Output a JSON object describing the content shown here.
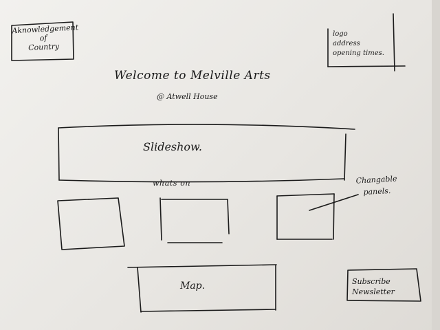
{
  "sketch": {
    "acknowledgement_box": "Aknowledgement\nof\nCountry",
    "logo_box": "logo\naddress\nopening times.",
    "welcome_title": "Welcome to Melville Arts",
    "welcome_subtitle": "@ Atwell House",
    "slideshow_label": "Slideshow.",
    "whats_on_label": "whats on",
    "changeable_annotation": "Changable\npanels.",
    "map_label": "Map.",
    "subscribe_box": "Subscribe\nNewsletter"
  }
}
